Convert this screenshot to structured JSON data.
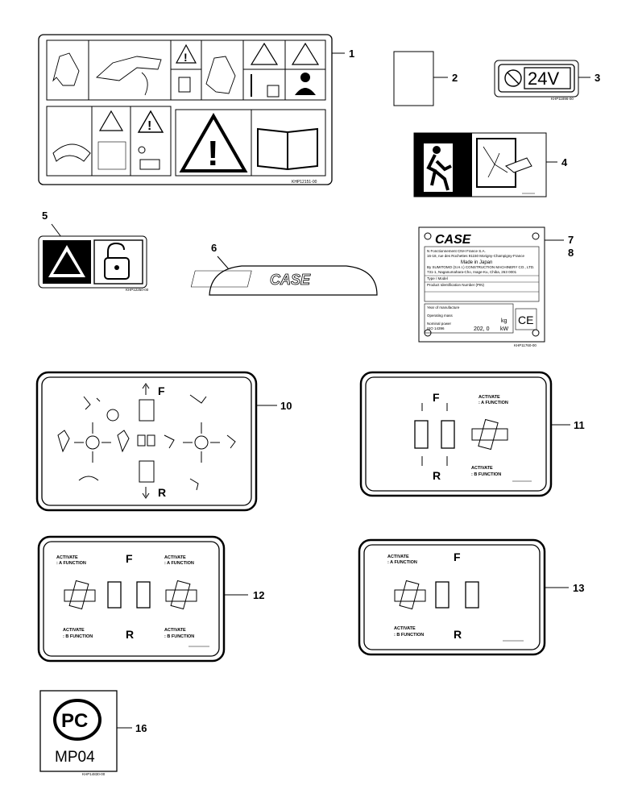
{
  "callouts": {
    "c1": "1",
    "c2": "2",
    "c3": "3",
    "c4": "4",
    "c5": "5",
    "c6": "6",
    "c7": "7",
    "c8": "8",
    "c10": "10",
    "c11": "11",
    "c12": "12",
    "c13": "13",
    "c16": "16"
  },
  "decal1": {
    "code": "KHP12151-00"
  },
  "decal3": {
    "voltage": "24V",
    "code": "KHP11896-00"
  },
  "decal5": {
    "code": "KHP12250-00"
  },
  "decal6": {
    "brand": "CASE"
  },
  "plate": {
    "brand": "CASE",
    "line1": "N Fonctionnement CNH France S.A.",
    "line2": "16-18, rue des Rochettes 91150 Morigny-Champigny-France",
    "line3": "Made in Japan",
    "line4": "By  SUMITOMO (S.H.I.) CONSTRUCTION MACHINERY CO., LTD.",
    "line5": "731-1, Naganumahara-Cho, Inage-Ku, Chiba, 263 0001",
    "type_label": "Type / Model",
    "product_label": "Product Identification Number (PIN)",
    "year_label": "Year of manufacture",
    "mass_label": "Operating mass",
    "mass_unit": "kg",
    "power_label": "Nominal power",
    "power_sub": "ISO 14396",
    "power_value": "202, 0",
    "power_unit": "kW",
    "ce": "CE",
    "code": "KHP11760-00"
  },
  "decal10": {
    "f": "F",
    "r": "R"
  },
  "decal11": {
    "f": "F",
    "r": "R",
    "activate_a": "ACTIVATE",
    "a_function": ": A FUNCTION",
    "activate_b": "ACTIVATE",
    "b_function": ": B FUNCTION"
  },
  "decal12": {
    "f": "F",
    "r": "R",
    "left_activate_a": "ACTIVATE",
    "left_a_function": ": A FUNCTION",
    "right_activate_a": "ACTIVATE",
    "right_a_function": ": A FUNCTION",
    "left_activate_b": "ACTIVATE",
    "left_b_function": ": B FUNCTION",
    "right_activate_b": "ACTIVATE",
    "right_b_function": ": B FUNCTION"
  },
  "decal13": {
    "f": "F",
    "r": "R",
    "activate_a": "ACTIVATE",
    "a_function": ": A FUNCTION",
    "activate_b": "ACTIVATE",
    "b_function": ": B FUNCTION"
  },
  "decal16": {
    "mark": "PC",
    "cert": "MP04",
    "code": "KHP14830-00"
  }
}
